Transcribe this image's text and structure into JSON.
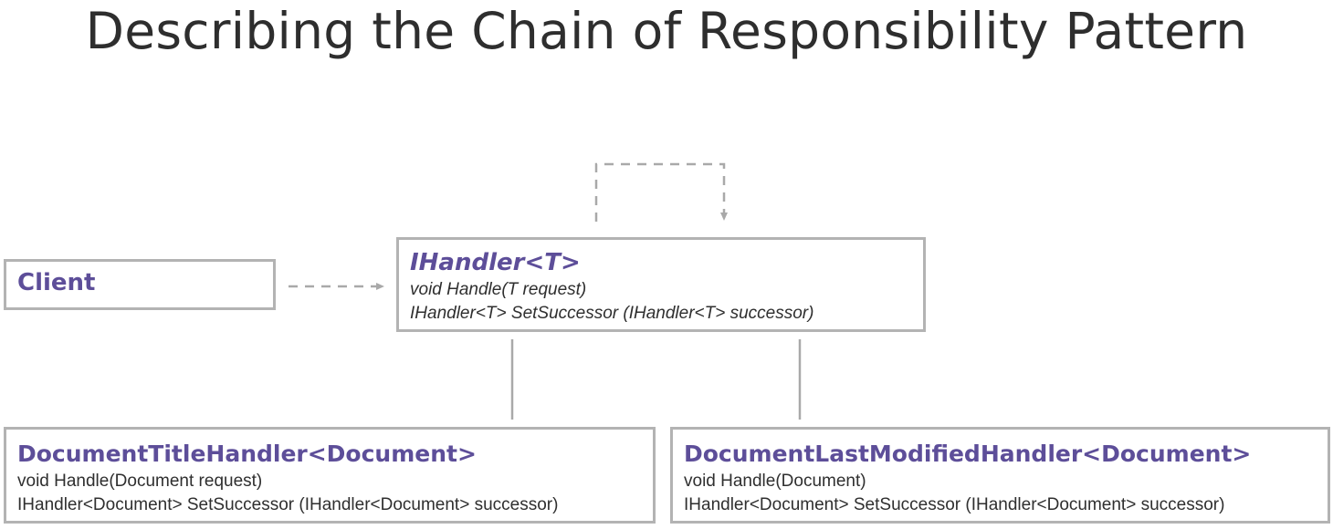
{
  "title": "Describing the Chain of Responsibility Pattern",
  "colors": {
    "class_name": "#5d4e99",
    "border": "#b3b3b3",
    "text": "#2f2f2f",
    "connector": "#a9a9a9"
  },
  "client": {
    "name": "Client"
  },
  "ihandler": {
    "name": "IHandler<T>",
    "methods": [
      "void Handle(T request)",
      "IHandler<T> SetSuccessor (IHandler<T> successor)"
    ]
  },
  "document_title_handler": {
    "name": "DocumentTitleHandler<Document>",
    "methods": [
      "void Handle(Document request)",
      "IHandler<Document> SetSuccessor (IHandler<Document> successor)"
    ]
  },
  "document_last_modified_handler": {
    "name": "DocumentLastModifiedHandler<Document>",
    "methods": [
      "void Handle(Document)",
      "IHandler<Document> SetSuccessor (IHandler<Document> successor)"
    ]
  }
}
